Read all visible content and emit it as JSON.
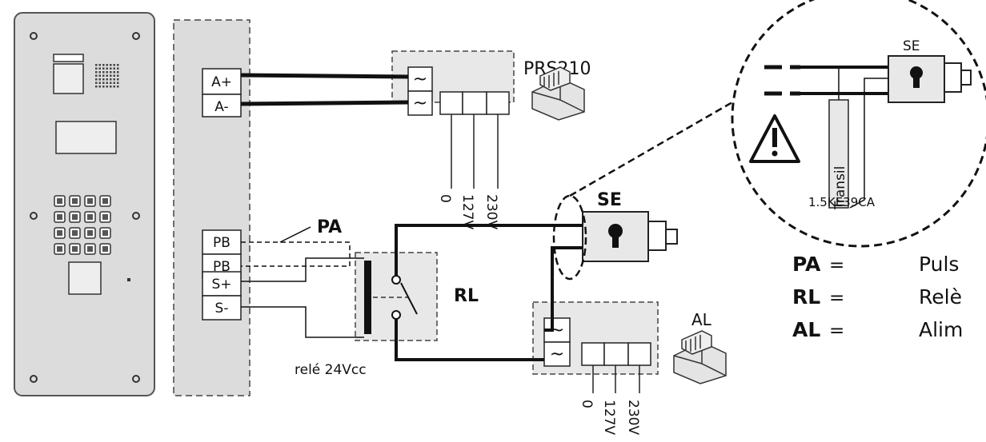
{
  "terminals": {
    "a_plus": "A+",
    "a_minus": "A-",
    "pb1": "PB",
    "pb2": "PB",
    "s_plus": "S+",
    "s_minus": "S-"
  },
  "labels": {
    "prs210": "PRS210",
    "pa": "PA",
    "se_main": "SE",
    "se_detail": "SE",
    "rl": "RL",
    "al": "AL",
    "relay_spec": "relé 24Vcc",
    "transil": "Transil",
    "transil_part": "1.5KE39CA",
    "ac_symbol": "~"
  },
  "voltages_prs210": [
    "0",
    "127V",
    "230V"
  ],
  "voltages_al": [
    "0",
    "127V",
    "230V"
  ],
  "legend": [
    {
      "key": "PA",
      "eq": "=",
      "value": "Puls"
    },
    {
      "key": "RL",
      "eq": "=",
      "value": "Relè"
    },
    {
      "key": "AL",
      "eq": "=",
      "value": "Alim"
    }
  ],
  "colors": {
    "line": "#111111",
    "box_fill": "#e8e8e8",
    "panel_fill": "#dcdcdc",
    "panel_stroke": "#555555"
  }
}
